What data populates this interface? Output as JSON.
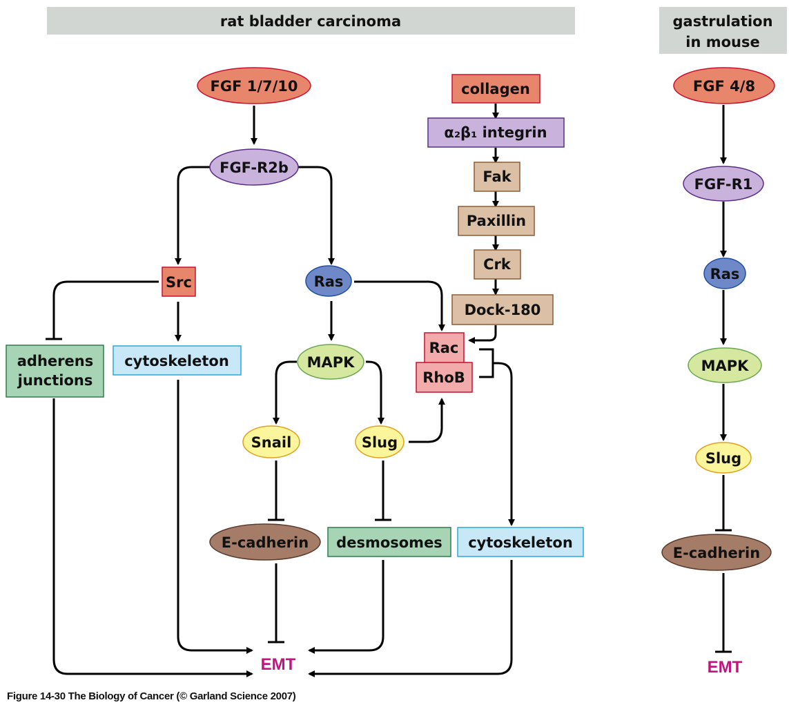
{
  "headers": {
    "left": "rat bladder carcinoma",
    "right_line1": "gastrulation",
    "right_line2": "in mouse"
  },
  "colors": {
    "header_bg": "#d1d6d2",
    "ligand_fill": "#e8866c",
    "ligand_stroke": "#c8102e",
    "receptor_fill": "#c9b3dd",
    "receptor_stroke": "#5b2a86",
    "ras_fill": "#6f88c8",
    "ras_stroke": "#1f4ea0",
    "mapk_fill": "#d6e8a0",
    "mapk_stroke": "#6aa84f",
    "tf_fill": "#fbf59b",
    "tf_stroke": "#e0a020",
    "ecad_fill": "#a57c68",
    "ecad_stroke": "#5a3a2a",
    "fak_fill": "#dcc0a5",
    "fak_stroke": "#8a5a3a",
    "rho_fill": "#f2aaaa",
    "rho_stroke": "#c8102e",
    "junction_fill": "#a6d4b4",
    "junction_stroke": "#2e7d4f",
    "cyto_fill": "#c8e8f8",
    "cyto_stroke": "#29a8e0",
    "emt": "#c0157e"
  },
  "nodes": {
    "fgf_1_7_10": "FGF 1/7/10",
    "fgf_r2b": "FGF-R2b",
    "src": "Src",
    "ras": "Ras",
    "adherens_l1": "adherens",
    "adherens_l2": "junctions",
    "cytoskeleton_left": "cytoskeleton",
    "mapk": "MAPK",
    "snail": "Snail",
    "slug": "Slug",
    "e_cadherin": "E-cadherin",
    "desmosomes": "desmosomes",
    "cytoskeleton_right": "cytoskeleton",
    "collagen": "collagen",
    "integrin": "α₂β₁ integrin",
    "fak": "Fak",
    "paxillin": "Paxillin",
    "crk": "Crk",
    "dock180": "Dock-180",
    "rac": "Rac",
    "rhob": "RhoB",
    "emt": "EMT"
  },
  "mouse_nodes": {
    "fgf_4_8": "FGF 4/8",
    "fgf_r1": "FGF-R1",
    "ras": "Ras",
    "mapk": "MAPK",
    "slug": "Slug",
    "e_cadherin": "E-cadherin",
    "emt": "EMT"
  },
  "caption": "Figure 14-30  The Biology of Cancer (© Garland Science 2007)"
}
